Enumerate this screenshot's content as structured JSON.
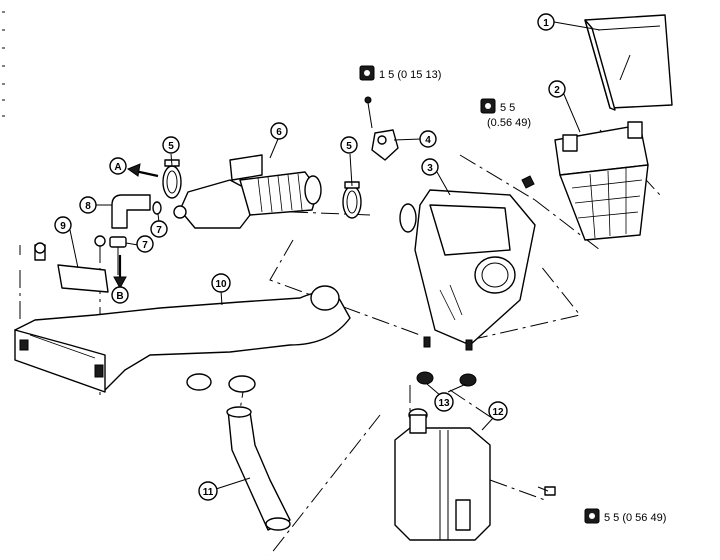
{
  "callouts": {
    "c1": "1",
    "c2": "2",
    "c3": "3",
    "c4": "4",
    "c5a": "5",
    "c5b": "5",
    "c6": "6",
    "c7a": "7",
    "c7b": "7",
    "c8": "8",
    "c9": "9",
    "c10": "10",
    "c11": "11",
    "c12": "12",
    "c13": "13"
  },
  "direction_labels": {
    "a": "A",
    "b": "B"
  },
  "torque_specs": {
    "t1": "1 5 (0 15  13)",
    "t2_line1": "5 5",
    "t2_line2": "(0.56  49)",
    "t3": "5 5 (0 56  49)"
  },
  "colors": {
    "line": "#000000",
    "background": "#ffffff"
  },
  "icons": [
    "torque-wrench-icon",
    "direction-arrow-icon"
  ]
}
